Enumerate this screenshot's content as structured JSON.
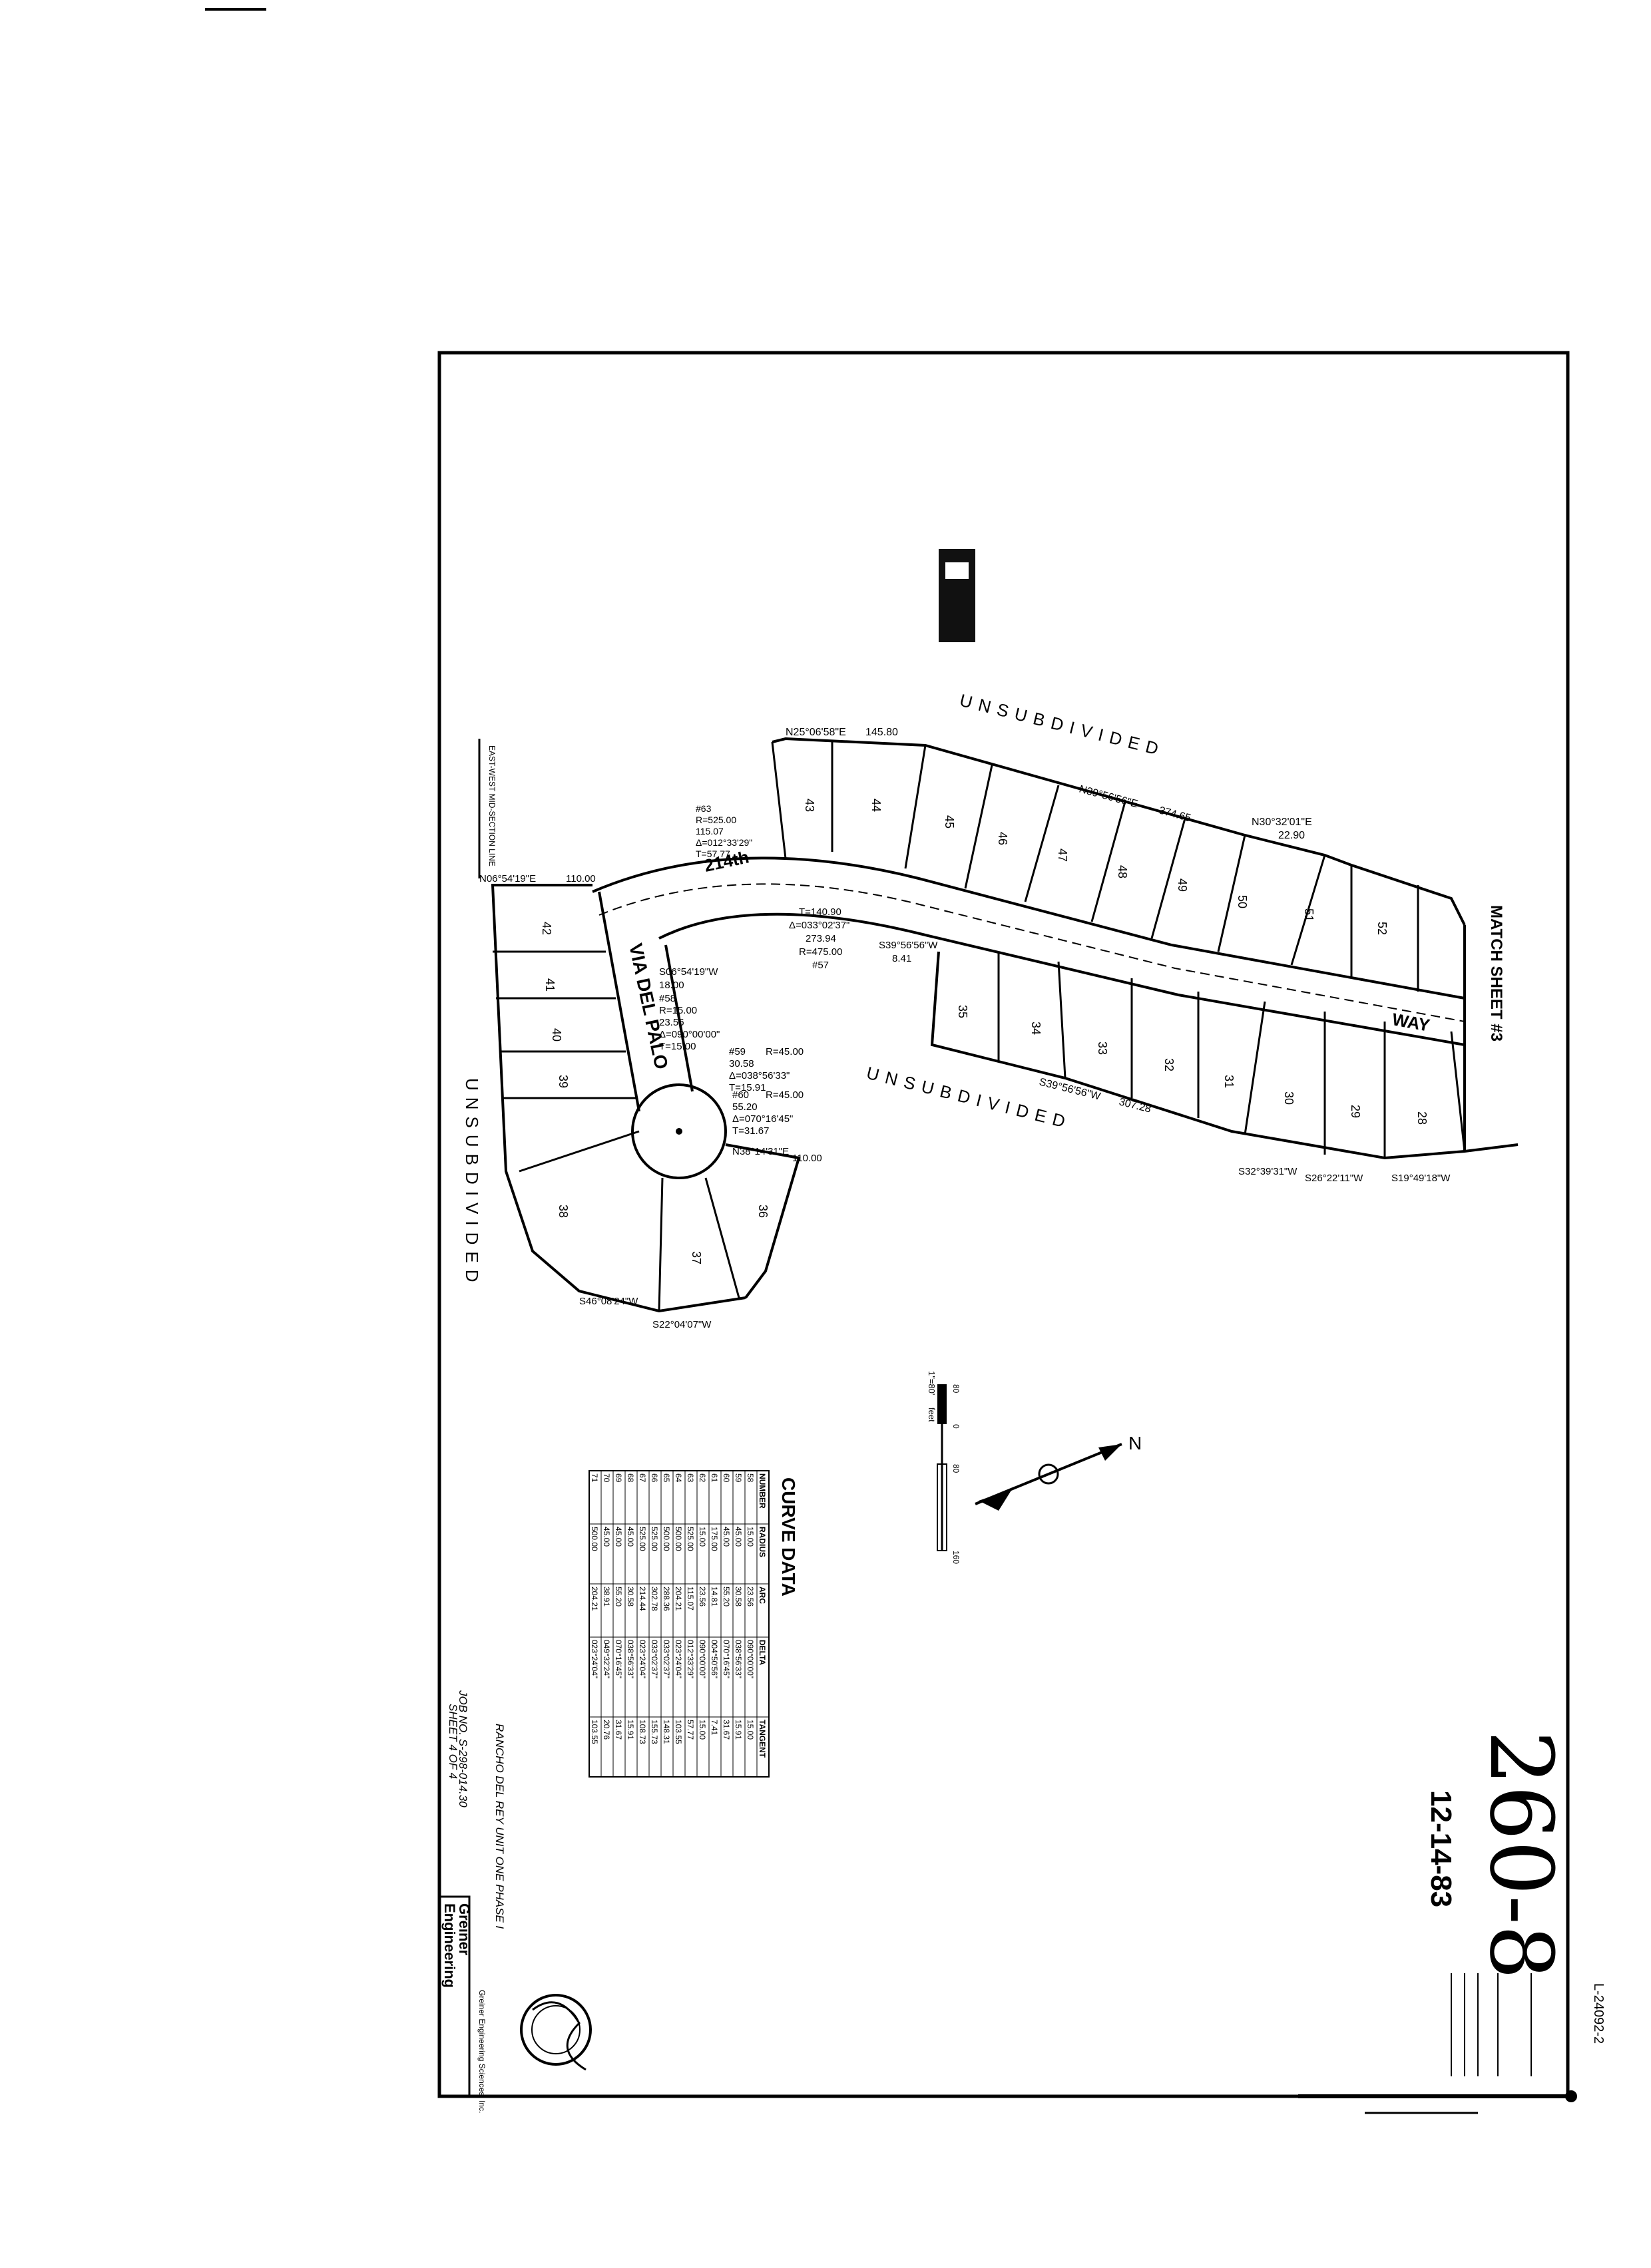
{
  "map": {
    "north_label": "N",
    "street_main_a": "214th",
    "street_main_b": "WAY",
    "street_side": "VIA DEL PALO",
    "unsubdivided": "UNSUBDIVIDED",
    "match_sheet": "MATCH SHEET #3",
    "mid_section_line": "EAST-WEST MID-SECTION LINE"
  },
  "lots": [
    {
      "n": "43"
    },
    {
      "n": "44"
    },
    {
      "n": "45"
    },
    {
      "n": "46"
    },
    {
      "n": "47"
    },
    {
      "n": "48"
    },
    {
      "n": "49"
    },
    {
      "n": "50"
    },
    {
      "n": "51"
    },
    {
      "n": "52"
    },
    {
      "n": "42"
    },
    {
      "n": "41"
    },
    {
      "n": "40"
    },
    {
      "n": "39"
    },
    {
      "n": "38"
    },
    {
      "n": "37"
    },
    {
      "n": "36"
    },
    {
      "n": "35"
    },
    {
      "n": "34"
    },
    {
      "n": "33"
    },
    {
      "n": "32"
    },
    {
      "n": "31"
    },
    {
      "n": "30"
    },
    {
      "n": "29"
    },
    {
      "n": "28"
    }
  ],
  "bearings": {
    "b1": "N25°06'58\"E",
    "b1_dist": "145.80",
    "b2": "N39°56'56\"E",
    "b2_dist": "374.65",
    "b3": "N30°32'01\"E",
    "b3_dist": "22.90",
    "b4": "S39°56'56\"W",
    "b4_dist": "307.28",
    "b5": "S32°39'31\"W",
    "b6": "S26°22'11\"W",
    "b7": "S19°49'18\"W",
    "b8": "S46°08'24\"W",
    "b9": "S22°04'07\"W",
    "b10": "N38°14'31\"E",
    "b10_dist": "110.00",
    "b11": "S06°54'19\"W",
    "b11_dist": "18.00",
    "b12": "N06°54'19\"E",
    "b12_dist": "110.00",
    "b13": "S39°56'56\"W",
    "b13_dist": "8.41"
  },
  "curves_note": {
    "c57": "#57",
    "c57_t": "T=140.90",
    "c57_d": "Δ=033°02'37\"",
    "c57_l": "273.94",
    "c57_r": "R=475.00",
    "c58": "#58",
    "c58_r": "R=15.00",
    "c58_l": "23.56",
    "c58_d": "Δ=090°00'00\"",
    "c58_t": "T=15.00",
    "c59": "#59",
    "c59_r": "R=45.00",
    "c59_l": "30.58",
    "c59_d": "Δ=038°56'33\"",
    "c59_t": "T=15.91",
    "c60": "#60",
    "c60_r": "R=45.00",
    "c60_l": "55.20",
    "c60_d": "Δ=070°16'45\"",
    "c60_t": "T=31.67",
    "c63": "#63",
    "c63_r": "R=525.00",
    "c63_l": "115.07",
    "c63_d": "Δ=012°33'29\"",
    "c63_t": "T=57.77"
  },
  "curve_table": {
    "title": "CURVE DATA",
    "headers": [
      "NUMBER",
      "RADIUS",
      "ARC",
      "DELTA",
      "TANGENT"
    ],
    "rows": [
      [
        "58",
        "15.00",
        "23.56",
        "090°00'00\"",
        "15.00"
      ],
      [
        "59",
        "45.00",
        "30.58",
        "038°56'33\"",
        "15.91"
      ],
      [
        "60",
        "45.00",
        "55.20",
        "070°16'45\"",
        "31.67"
      ],
      [
        "61",
        "175.00",
        "14.81",
        "004°50'56\"",
        "7.41"
      ],
      [
        "62",
        "15.00",
        "23.56",
        "090°00'00\"",
        "15.00"
      ],
      [
        "63",
        "525.00",
        "115.07",
        "012°33'29\"",
        "57.77"
      ],
      [
        "64",
        "500.00",
        "204.21",
        "023°24'04\"",
        "103.55"
      ],
      [
        "65",
        "500.00",
        "288.36",
        "033°02'37\"",
        "148.31"
      ],
      [
        "66",
        "525.00",
        "302.78",
        "033°02'37\"",
        "155.73"
      ],
      [
        "67",
        "525.00",
        "214.44",
        "023°24'04\"",
        "108.73"
      ],
      [
        "68",
        "45.00",
        "30.58",
        "038°56'33\"",
        "15.91"
      ],
      [
        "69",
        "45.00",
        "55.20",
        "070°16'45\"",
        "31.67"
      ],
      [
        "70",
        "45.00",
        "38.91",
        "049°32'24\"",
        "20.76"
      ],
      [
        "71",
        "500.00",
        "204.21",
        "023°24'04\"",
        "103.55"
      ]
    ]
  },
  "scale": {
    "label": "1\"=80'",
    "unit": "feet",
    "ticks": [
      "80",
      "0",
      "80",
      "160"
    ]
  },
  "sheet_id": {
    "number": "260-8",
    "date": "12-14-83",
    "stamp_number": "L-24092-2"
  },
  "title_block": {
    "project": "RANCHO DEL REY UNIT ONE PHASE I",
    "job": "JOB NO. S-298-014.30",
    "sheet": "SHEET 4 OF 4",
    "firm_a": "Greiner",
    "firm_b": "Engineering",
    "firm_full": "Greiner Engineering Sciences, Inc."
  }
}
